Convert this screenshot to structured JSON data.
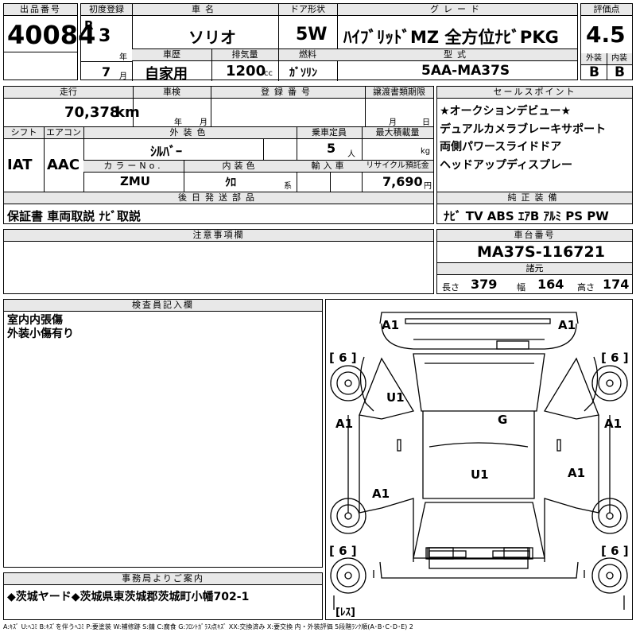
{
  "lot": {
    "label": "出品番号",
    "value": "40084"
  },
  "first_reg": {
    "label": "初度登録",
    "era": "R",
    "year": "3",
    "year_unit": "年",
    "month": "7",
    "month_unit": "月"
  },
  "car_name": {
    "label": "車名",
    "value": "ソリオ"
  },
  "door": {
    "label": "ドア形状",
    "value": "5W"
  },
  "grade": {
    "label": "グレード",
    "value": "ﾊｲﾌﾞﾘｯﾄﾞMZ 全方位ﾅﾋﾞPKG"
  },
  "score": {
    "label": "評価点",
    "value": "4.5",
    "ext_label": "外装",
    "ext_value": "B",
    "int_label": "内装",
    "int_value": "B"
  },
  "history": {
    "label": "車歴",
    "value": "自家用"
  },
  "displacement": {
    "label": "排気量",
    "value": "1200",
    "unit": "cc"
  },
  "fuel": {
    "label": "燃料",
    "value": "ｶﾞｿﾘﾝ"
  },
  "model": {
    "label": "型式",
    "value": "5AA-MA37S"
  },
  "mileage": {
    "label": "走行",
    "value": "70,378",
    "unit": "km"
  },
  "inspection": {
    "label": "車検",
    "year_unit": "年",
    "month_unit": "月"
  },
  "registration": {
    "label": "登録番号"
  },
  "transfer_doc": {
    "label": "譲渡書類期限",
    "month_unit": "月",
    "day_unit": "日"
  },
  "shift": {
    "label": "シフト",
    "value": "IAT"
  },
  "aircon": {
    "label": "エアコン",
    "value": "AAC"
  },
  "ext_color": {
    "label": "外装色",
    "value": "ｼﾙﾊﾞｰ"
  },
  "capacity": {
    "label": "乗車定員",
    "value": "5",
    "unit": "人"
  },
  "max_load": {
    "label": "最大積載量",
    "unit": "kg"
  },
  "color_no": {
    "label": "カラーNo.",
    "value": "ZMU"
  },
  "int_color": {
    "label": "内装色",
    "value": "ｸﾛ",
    "unit": "系"
  },
  "import": {
    "label": "輸入車"
  },
  "recycle": {
    "label": "リサイクル預託金",
    "value": "7,690",
    "unit": "円"
  },
  "later_items": {
    "label": "後日発送部品",
    "value": "保証書 車両取説 ﾅﾋﾞ取説"
  },
  "sales_points": {
    "label": "セールスポイント",
    "items": [
      "★オークションデビュー★",
      "デュアルカメラブレーキサポート",
      "両側パワースライドドア",
      "ヘッドアップディスプレー"
    ]
  },
  "equipment": {
    "label": "純正装備",
    "value": "ﾅﾋﾞ TV ABS ｴｱB ｱﾙﾐ PS PW"
  },
  "notes": {
    "label": "注意事項欄"
  },
  "chassis": {
    "label": "車台番号",
    "value": "MA37S-116721"
  },
  "dimensions": {
    "label": "諸元",
    "length_label": "長さ",
    "length": "379",
    "width_label": "幅",
    "width": "164",
    "height_label": "高さ",
    "height": "174"
  },
  "inspector": {
    "label": "検査員記入欄",
    "lines": [
      "室内内張傷",
      "外装小傷有り"
    ]
  },
  "diagram": {
    "marks": [
      "A1",
      "A1",
      "A1",
      "A1",
      "U1",
      "G",
      "U1",
      "A1",
      "A1"
    ],
    "tires": [
      "[ 6 ]",
      "[ 6 ]",
      "[ 6 ]",
      "[ 6 ]"
    ],
    "spare": "[ﾚｽ]"
  },
  "office": {
    "label": "事務局よりご案内",
    "value": "◆茨城ヤード◆茨城県東茨城郡茨城町小幡702-1"
  },
  "legend": "A:ｷｽﾞ U:ﾍｺﾐ B:ｷｽﾞを伴うﾍｺﾐ P:要塗装 W:補修跡 S:錆 C:腐食 G:ﾌﾛﾝﾄｶﾞﾗｽ点ｷｽﾞ XX:交換済み X:要交換 内・外装評価 5段階ﾗﾝｸ順(A･B･C･D･E) 2"
}
